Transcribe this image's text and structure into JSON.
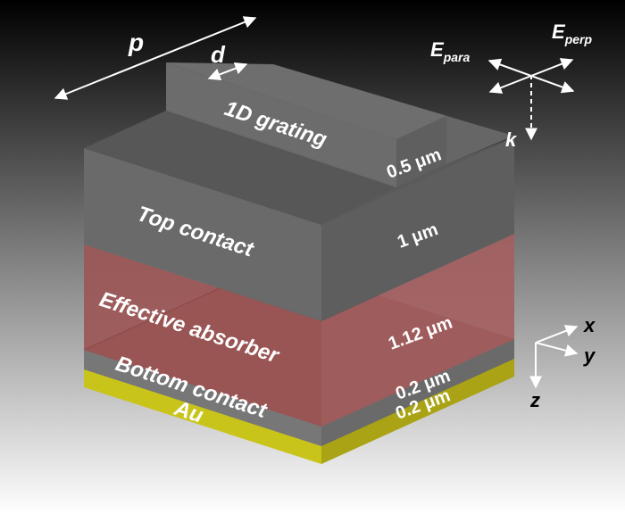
{
  "labels": {
    "grating": "1D grating",
    "top_contact": "Top contact",
    "absorber": "Effective absorber",
    "bottom_contact": "Bottom contact",
    "au": "Au"
  },
  "thickness": {
    "grating": "0.5 μm",
    "top_contact": "1 μm",
    "absorber": "1.12 μm",
    "bottom_contact": "0.2 μm",
    "au": "0.2 μm"
  },
  "symbols": {
    "period": "p",
    "width": "d",
    "e_para_base": "E",
    "e_para_sub": "para",
    "e_perp_base": "E",
    "e_perp_sub": "perp",
    "wavevector": "k"
  },
  "axes": {
    "x": "x",
    "y": "y",
    "z": "z"
  },
  "colors": {
    "background_top": "#000000",
    "background_bottom": "#ffffff",
    "top_contact_front": "#6a6a6a",
    "top_contact_right": "#5e5e5e",
    "top_contact_top": "#575757",
    "grating_top": "#6e6e6e",
    "absorber_front": "#9c5757",
    "absorber_right": "#a35f5f",
    "absorber_bottom_face": "#6e3434",
    "bottom_contact": "#777777",
    "gold_front": "#c9c41a",
    "gold_right": "#a9a315",
    "arrow": "#ffffff"
  }
}
